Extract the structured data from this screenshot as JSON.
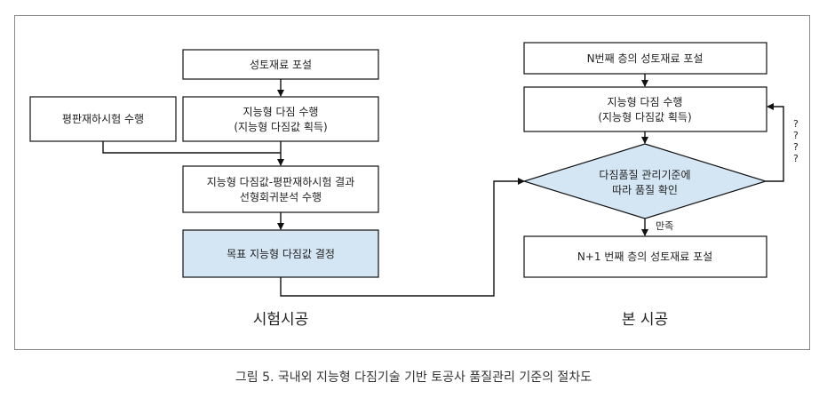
{
  "diagram": {
    "left": {
      "step1": "성토재료 포설",
      "step2_line1": "지능형 다짐 수행",
      "step2_line2": "(지능형 다짐값 획득)",
      "side": "평판재하시험 수행",
      "step3_line1": "지능형 다짐값-평판재하시험 결과",
      "step3_line2": "선형회귀분석 수행",
      "step4": "목표 지능형 다짐값 결정",
      "label": "시험시공"
    },
    "right": {
      "step1": "N번째 층의 성토재료 포설",
      "step2_line1": "지능형 다짐 수행",
      "step2_line2": "(지능형 다짐값 획득)",
      "decision_line1": "다짐품질 관리기준에",
      "decision_line2": "따라 품질 확인",
      "yes_label": "만족",
      "no_label": "?",
      "step3": "N+1 번째 층의 성토재료 포설",
      "label": "본 시공"
    },
    "colors": {
      "highlight_fill": "#d4e6f4",
      "stroke": "#111111"
    }
  },
  "caption": "그림 5. 국내외 지능형 다짐기술 기반 토공사 품질관리 기준의 절차도"
}
